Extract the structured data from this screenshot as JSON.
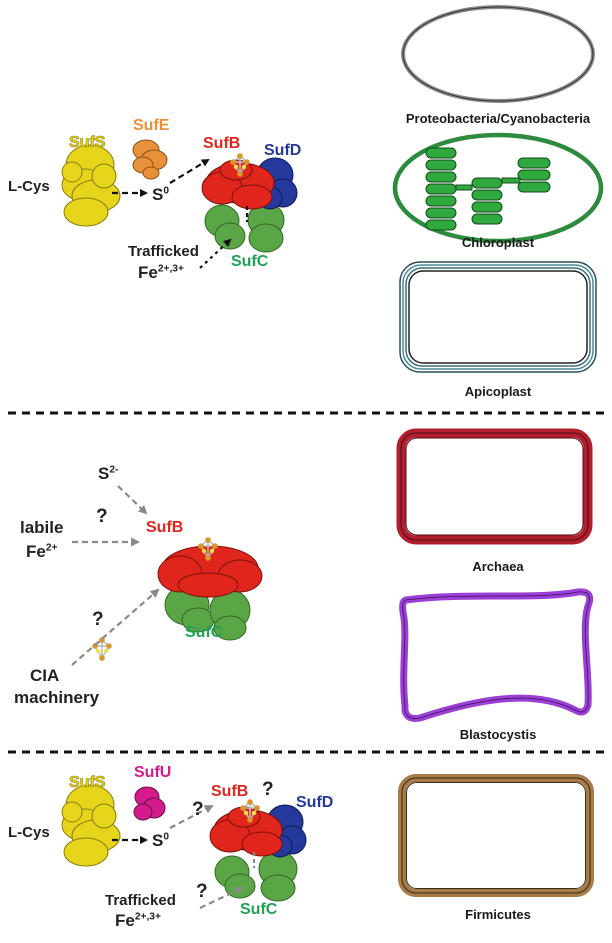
{
  "colors": {
    "sufS": "#e6d51a",
    "sufE": "#e9903a",
    "sufU": "#d41b8e",
    "sufB": "#e0261c",
    "sufD": "#25389c",
    "sufC": "#5aa646",
    "chloroplast_outline": "#2e8b3e",
    "apicoplast_outline": "#2c4f5f",
    "archaea_outline": "#b31e2e",
    "blastocystis_outline": "#9b3fd6",
    "firmicutes_outline": "#a67b48"
  },
  "panel1": {
    "sufS_label": "SufS",
    "sufE_label": "SufE",
    "sufB_label": "SufB",
    "sufD_label": "SufD",
    "sufC_label": "SufC",
    "lcys_label": "L-Cys",
    "sulfur_symbol": "S",
    "sulfur_sup": "0",
    "trafficked_label": "Trafficked",
    "iron_symbol": "Fe",
    "iron_sup": "2+,3+",
    "organisms": [
      "Proteobacteria/Cyanobacteria",
      "Chloroplast",
      "Apicoplast"
    ]
  },
  "panel2": {
    "sulfide_symbol": "S",
    "sulfide_sup": "2-",
    "labile_label": "labile",
    "iron_symbol": "Fe",
    "iron_sup": "2+",
    "question_mark": "?",
    "sufB_label": "SufB",
    "sufC_label": "SufC",
    "cia_line1": "CIA",
    "cia_line2": "machinery",
    "organisms": [
      "Archaea",
      "Blastocystis"
    ]
  },
  "panel3": {
    "sufS_label": "SufS",
    "sufU_label": "SufU",
    "sufB_label": "SufB",
    "sufD_label": "SufD",
    "sufC_label": "SufC",
    "lcys_label": "L-Cys",
    "sulfur_symbol": "S",
    "sulfur_sup": "0",
    "trafficked_label": "Trafficked",
    "iron_symbol": "Fe",
    "iron_sup": "2+,3+",
    "question_mark": "?",
    "organisms": [
      "Firmicutes"
    ]
  }
}
